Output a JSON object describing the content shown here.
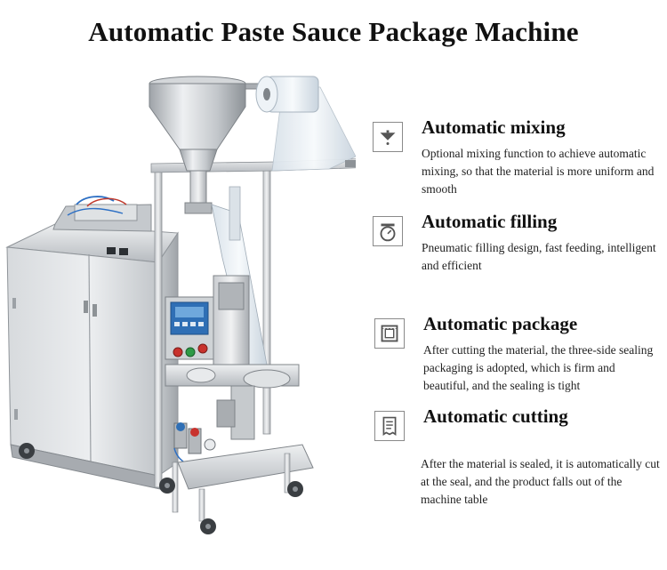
{
  "title": "Automatic Paste Sauce Package Machine",
  "features": [
    {
      "icon": "mixing-bowl-icon",
      "heading": "Automatic mixing",
      "description": "Optional mixing function to achieve automatic mixing, so that the material is more uniform and smooth"
    },
    {
      "icon": "weighing-scale-icon",
      "heading": "Automatic filling",
      "description": "Pneumatic filling design, fast feeding, intelligent and efficient"
    },
    {
      "icon": "film-package-icon",
      "heading": "Automatic package",
      "description": "After cutting the material, the three-side sealing packaging is adopted, which is firm and beautiful, and the sealing is tight"
    },
    {
      "icon": "receipt-cutting-icon",
      "heading": "Automatic cutting",
      "description": "After the material is sealed, it is automatically cut at the seal, and the product falls out of the machine table"
    }
  ],
  "colors": {
    "steel_light": "#e4e6e8",
    "steel_mid": "#b9bdc1",
    "steel_dark": "#7d8287",
    "panel_blue": "#2f6fb5",
    "button_red": "#c8322d",
    "button_green": "#2e9a46"
  }
}
